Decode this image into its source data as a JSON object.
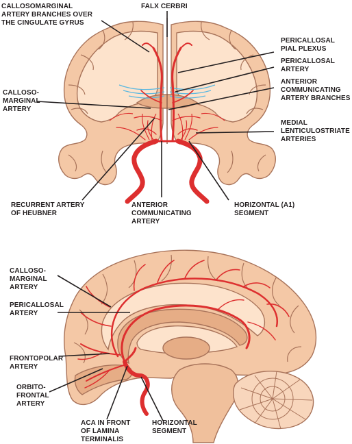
{
  "colors": {
    "cortex": "#f4c8a6",
    "cortex_dark": "#e6ad86",
    "white_matter": "#fde3cc",
    "sulcus_line": "#a8735a",
    "artery": "#dd2f2f",
    "artery_dark": "#b11f1f",
    "plexus": "#5bb8e0",
    "brainstem": "#f0c09c",
    "cerebellum": "#f8d6bc",
    "leader": "#231f20"
  },
  "coronal": {
    "labels": {
      "falx_cerebri": [
        "FALX CERBRI"
      ],
      "callosomarginal_branches": [
        "CALLOSOMARGINAL",
        "ARTERY BRANCHES OVER",
        "THE CINGULATE GYRUS"
      ],
      "pericallosal_pial_plexus": [
        "PERICALLOSAL",
        "PIAL PLEXUS"
      ],
      "pericallosal_artery": [
        "PERICALLOSAL",
        "ARTERY"
      ],
      "anterior_communicating_branches": [
        "ANTERIOR",
        "COMMUNICATING",
        "ARTERY BRANCHES"
      ],
      "callosomarginal_artery": [
        "CALLOSO-",
        "MARGINAL",
        "ARTERY"
      ],
      "medial_lenticulostriate": [
        "MEDIAL",
        "LENTICULOSTRIATE",
        "ARTERIES"
      ],
      "recurrent_artery_heubner": [
        "RECURRENT ARTERY",
        "OF  HEUBNER"
      ],
      "anterior_communicating_artery": [
        "ANTERIOR",
        "COMMUNICATING",
        "ARTERY"
      ],
      "horizontal_a1_segment": [
        "HORIZONTAL (A1)",
        "SEGMENT"
      ]
    }
  },
  "sagittal": {
    "labels": {
      "callosomarginal_artery": [
        "CALLOSO-",
        "MARGINAL",
        "ARTERY"
      ],
      "pericallosal_artery": [
        "PERICALLOSAL",
        "ARTERY"
      ],
      "frontopolar_artery": [
        "FRONTOPOLAR",
        "ARTERY"
      ],
      "orbitofrontal_artery": [
        "ORBITO-",
        "FRONTAL",
        "ARTERY"
      ],
      "aca_lamina_terminalis": [
        "ACA  IN FRONT",
        "OF LAMINA",
        "TERMINALIS"
      ],
      "horizontal_segment": [
        "HORIZONTAL",
        "SEGMENT"
      ]
    }
  }
}
